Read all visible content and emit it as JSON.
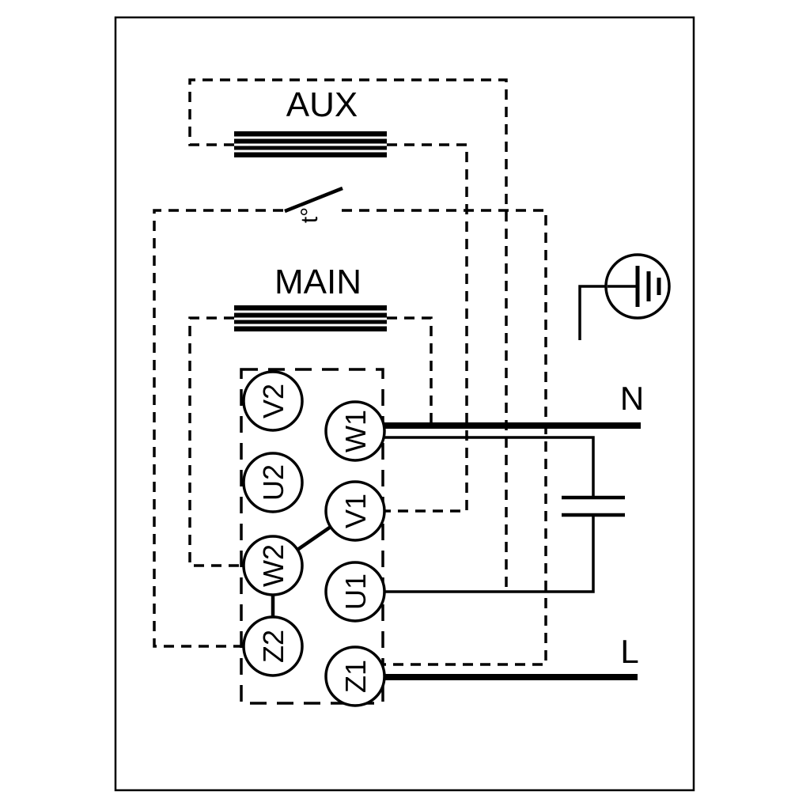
{
  "diagram": {
    "background_color": "#ffffff",
    "line_color": "#000000",
    "labels": {
      "aux_winding": "AUX",
      "main_winding": "MAIN",
      "thermal_switch": "t°",
      "supply_neutral": "N",
      "supply_line": "L"
    },
    "terminals": {
      "left_column": [
        "V2",
        "U2",
        "W2",
        "Z2"
      ],
      "right_column": [
        "W1",
        "V1",
        "U1",
        "Z1"
      ]
    }
  }
}
